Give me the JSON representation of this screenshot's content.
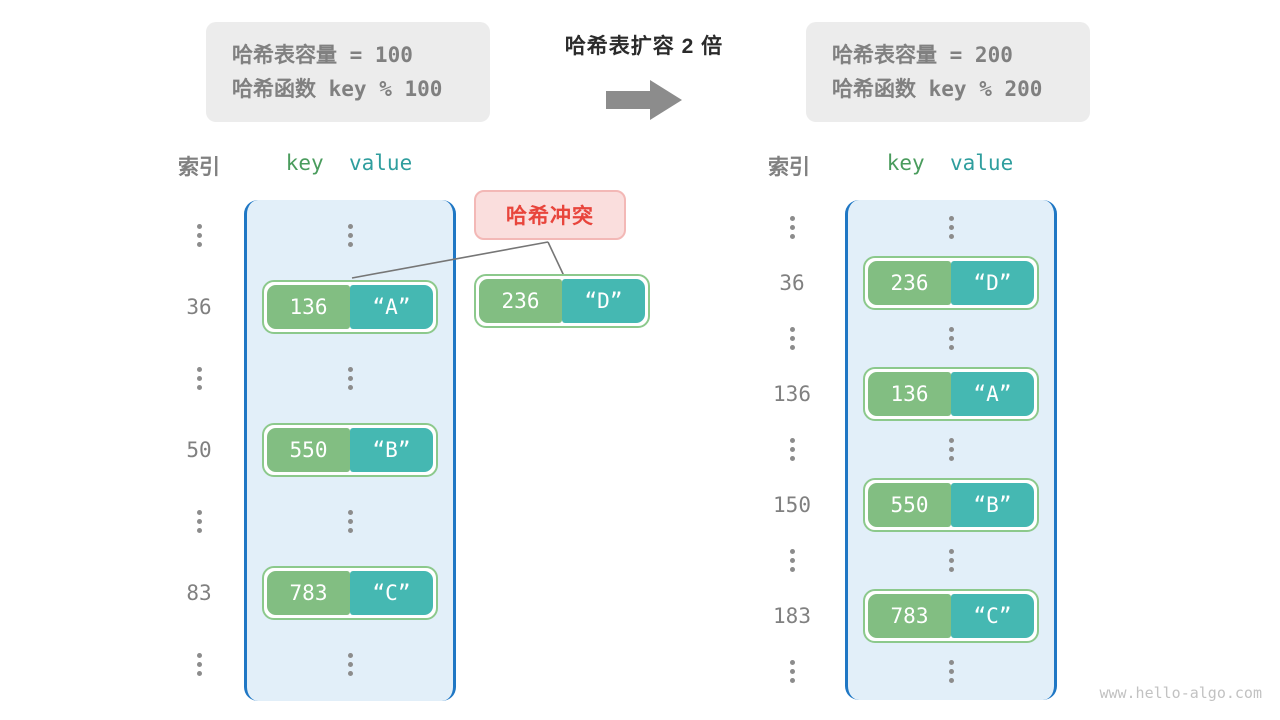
{
  "header": {
    "left_box": {
      "line1": "哈希表容量 = 100",
      "line2": "哈希函数 key % 100"
    },
    "right_box": {
      "line1": "哈希表容量 = 200",
      "line2": "哈希函数 key % 200"
    },
    "transform_label": "哈希表扩容 2 倍",
    "arrow_icon": "right-arrow-icon",
    "arrow_color": "#8c8c8c"
  },
  "colors": {
    "bucket_fill": "#e2eff9",
    "bucket_border": "#1f77c4",
    "key_cell": "#82be82",
    "value_cell": "#45b8b2",
    "pair_border": "#8cc98c",
    "collision_fill": "#fadedd",
    "collision_text": "#e8453c",
    "infobox_fill": "#ececec",
    "label_gray": "#808080"
  },
  "left_table": {
    "index_header": "索引",
    "key_header": "key",
    "value_header": "value",
    "rows": [
      {
        "index": "⋮",
        "type": "ellipsis"
      },
      {
        "index": "36",
        "type": "entry",
        "key": "136",
        "value": "“A”"
      },
      {
        "index": "⋮",
        "type": "ellipsis"
      },
      {
        "index": "50",
        "type": "entry",
        "key": "550",
        "value": "“B”"
      },
      {
        "index": "⋮",
        "type": "ellipsis"
      },
      {
        "index": "83",
        "type": "entry",
        "key": "783",
        "value": "“C”"
      },
      {
        "index": "⋮",
        "type": "ellipsis"
      }
    ]
  },
  "collision": {
    "badge_label": "哈希冲突",
    "floating_entry": {
      "key": "236",
      "value": "“D”"
    }
  },
  "right_table": {
    "index_header": "索引",
    "key_header": "key",
    "value_header": "value",
    "rows": [
      {
        "index": "⋮",
        "type": "ellipsis"
      },
      {
        "index": "36",
        "type": "entry",
        "key": "236",
        "value": "“D”"
      },
      {
        "index": "⋮",
        "type": "ellipsis"
      },
      {
        "index": "136",
        "type": "entry",
        "key": "136",
        "value": "“A”"
      },
      {
        "index": "⋮",
        "type": "ellipsis"
      },
      {
        "index": "150",
        "type": "entry",
        "key": "550",
        "value": "“B”"
      },
      {
        "index": "⋮",
        "type": "ellipsis"
      },
      {
        "index": "183",
        "type": "entry",
        "key": "783",
        "value": "“C”"
      },
      {
        "index": "⋮",
        "type": "ellipsis"
      }
    ]
  },
  "watermark": "www.hello-algo.com"
}
